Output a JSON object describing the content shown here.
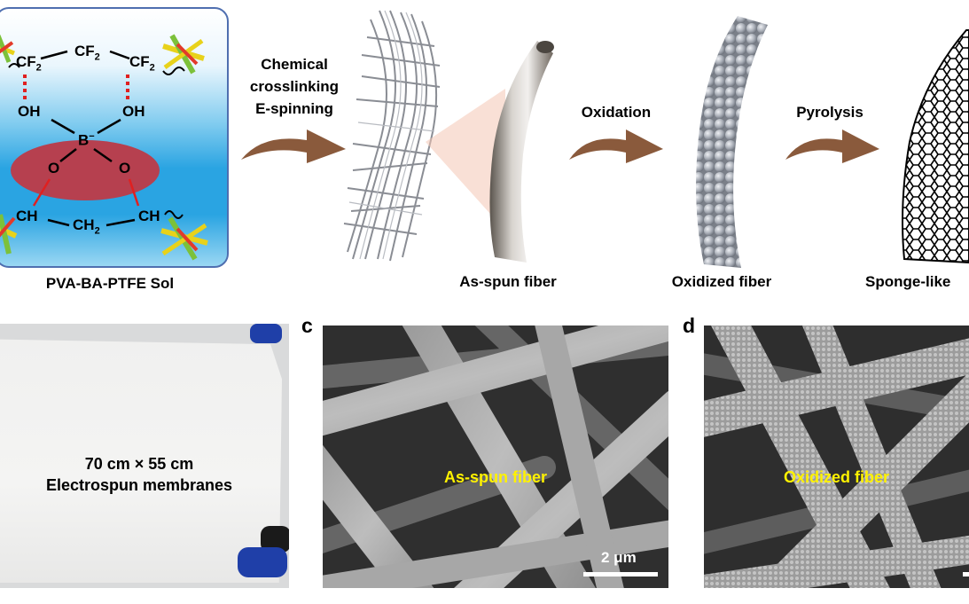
{
  "schematic": {
    "sol_box": {
      "cf2_left": "CF",
      "cf2_mid": "CF",
      "cf2_right": "CF",
      "sub2": "2",
      "oh_left": "OH",
      "oh_right": "OH",
      "boron": "B",
      "boron_charge": "−",
      "o_left": "O",
      "o_right": "O",
      "ch_left": "CH",
      "ch2_mid": "CH",
      "ch_right": "CH",
      "caption": "PVA-BA-PTFE Sol"
    },
    "steps": {
      "step1_line1": "Chemical",
      "step1_line2": "crosslinking",
      "step1_line3": "E-spinning",
      "step2": "Oxidation",
      "step3": "Pyrolysis"
    },
    "captions": {
      "as_spun": "As-spun fiber",
      "oxidized": "Oxidized fiber",
      "sponge": "Sponge-like"
    }
  },
  "photo_panel": {
    "line1": "70 cm × 55 cm",
    "line2": "Electrospun membranes"
  },
  "panel_c": {
    "letter": "c",
    "fiber_label": "As-spun fiber",
    "scale": "2 μm"
  },
  "panel_d": {
    "letter": "d",
    "fiber_label": "Oxidized fiber"
  },
  "colors": {
    "arrow": "#8a5a3c",
    "sem_label": "#fff200",
    "hbond": "#e02020",
    "ring": "#b6404f"
  }
}
